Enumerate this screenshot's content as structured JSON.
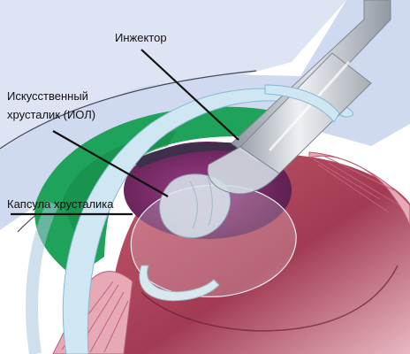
{
  "labels": {
    "injector": "Инжектор",
    "iol_line1": "Искусственный",
    "iol_line2": "хрусталик (ИОЛ)",
    "capsule": "Капсула хрусталика"
  },
  "colors": {
    "background_sky": "#dde4f3",
    "cornea": "#cfe6f3",
    "sclera": "#b9c9e6",
    "iris": "#1fa35a",
    "pupil_dark": "#3f2f4b",
    "lens_purple": "#7d2b6a",
    "inner_eye": "#9b3347",
    "tissue_pink": "#e7a9b5",
    "injector_metal": "#c8ccd2",
    "iol_glass": "#d9e7ee",
    "leader_line": "#111111"
  }
}
